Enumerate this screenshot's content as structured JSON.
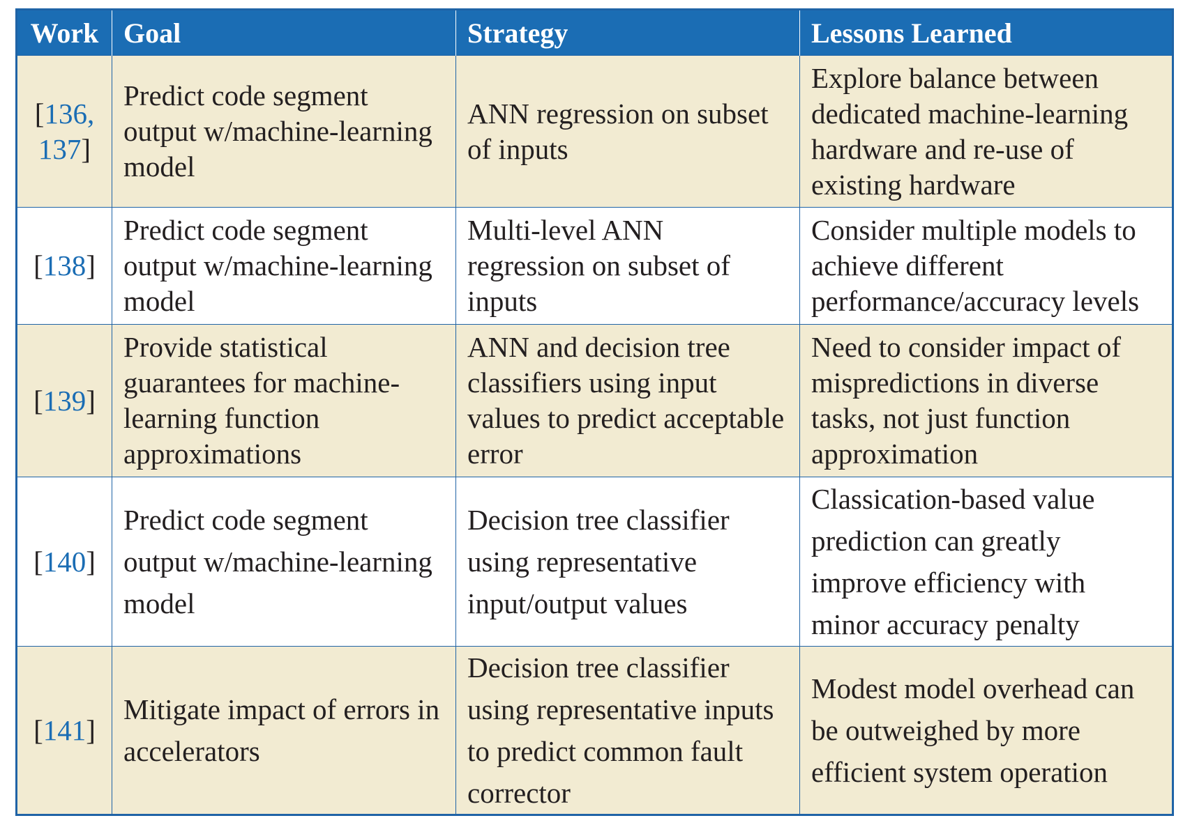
{
  "table": {
    "headers": [
      "Work",
      "Goal",
      "Strategy",
      "Lessons Learned"
    ],
    "rows": [
      {
        "work_ref": "136, 137",
        "goal": "Predict code segment output w/machine-learning model",
        "strategy": "ANN regression on subset of inputs",
        "lessons": "Explore balance between dedicated machine-learning hardware and re-use of existing hardware"
      },
      {
        "work_ref": "138",
        "goal": "Predict code segment output w/machine-learning model",
        "strategy": "Multi-level ANN regression on subset of inputs",
        "lessons": "Consider multiple models to achieve different performance/accuracy levels"
      },
      {
        "work_ref": "139",
        "goal": "Provide statistical guarantees for machine-learning function approximations",
        "strategy": "ANN and decision tree classifiers using input values to predict acceptable error",
        "lessons": "Need to consider impact of mispredictions in diverse tasks, not just function approximation"
      },
      {
        "work_ref": "140",
        "goal": "Predict code segment output w/machine-learning model",
        "strategy": "Decision tree classifier using representative input/output values",
        "lessons": "Classication-based value prediction can greatly improve efficiency with minor accuracy penalty"
      },
      {
        "work_ref": "141",
        "goal": "Mitigate impact of errors in accelerators",
        "strategy": "Decision tree classifier using representative inputs to predict common fault corrector",
        "lessons": "Modest model overhead can be outweighed by more efficient system operation"
      }
    ]
  },
  "colors": {
    "header_bg": "#1b6db4",
    "header_text": "#ffffff",
    "shaded_row": "#f2ebd2",
    "border": "#1f63a6",
    "link": "#1b6db4"
  }
}
